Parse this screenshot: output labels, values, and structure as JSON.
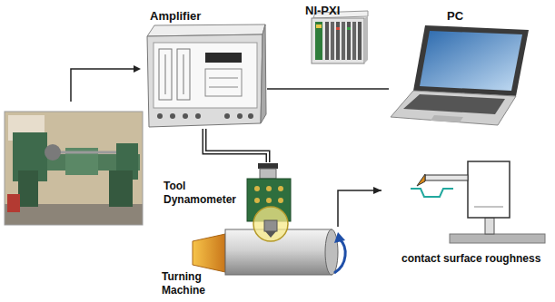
{
  "diagram": {
    "nodes": [
      {
        "text": [
          "Amplifier"
        ]
      },
      {
        "text": [
          "NI-PXI"
        ]
      },
      {
        "text": [
          "PC"
        ]
      },
      {
        "text": [
          "Tool Dynamometer"
        ]
      },
      {
        "text": [
          "Turning Machine"
        ]
      },
      {
        "text": [
          "contact surface roughness"
        ]
      }
    ],
    "edges": [
      {
        "from": 0,
        "to": 2,
        "arrow": "none"
      },
      {
        "from": 3,
        "to": 0,
        "arrow": "none"
      },
      {
        "from": 4,
        "to": 5,
        "arrow": "to"
      }
    ]
  }
}
